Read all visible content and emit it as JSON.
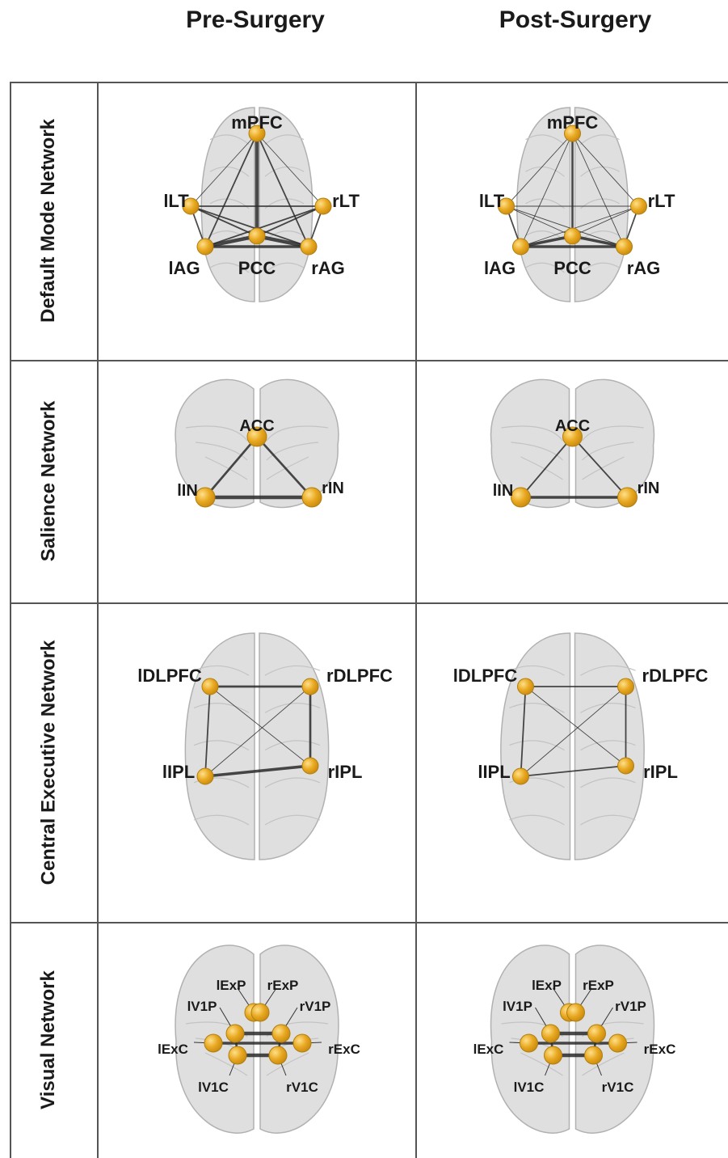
{
  "columns": [
    "Pre-Surgery",
    "Post-Surgery"
  ],
  "rows": [
    {
      "label": "Default Mode Network",
      "view": "axial",
      "nodes": [
        "mPFC",
        "lLT",
        "rLT",
        "lAG",
        "PCC",
        "rAG"
      ],
      "labels": {
        "mPFC": "mPFC",
        "lLT": "lLT",
        "rLT": "rLT",
        "lAG": "lAG",
        "PCC": "PCC",
        "rAG": "rAG"
      },
      "edges": {
        "pre": [
          [
            "mPFC",
            "PCC",
            5
          ],
          [
            "mPFC",
            "lAG",
            2
          ],
          [
            "mPFC",
            "rAG",
            2
          ],
          [
            "mPFC",
            "lLT",
            1
          ],
          [
            "mPFC",
            "rLT",
            1
          ],
          [
            "lLT",
            "PCC",
            2
          ],
          [
            "rLT",
            "PCC",
            2
          ],
          [
            "lLT",
            "rAG",
            2
          ],
          [
            "rLT",
            "lAG",
            2
          ],
          [
            "lAG",
            "PCC",
            5
          ],
          [
            "rAG",
            "PCC",
            5
          ],
          [
            "lAG",
            "rAG",
            4
          ],
          [
            "lLT",
            "rLT",
            2
          ],
          [
            "lLT",
            "lAG",
            2
          ],
          [
            "rLT",
            "rAG",
            2
          ]
        ],
        "post": [
          [
            "mPFC",
            "PCC",
            3
          ],
          [
            "mPFC",
            "lAG",
            1
          ],
          [
            "mPFC",
            "rAG",
            1
          ],
          [
            "mPFC",
            "lLT",
            1
          ],
          [
            "mPFC",
            "rLT",
            1
          ],
          [
            "lLT",
            "PCC",
            1
          ],
          [
            "rLT",
            "PCC",
            1
          ],
          [
            "lLT",
            "rAG",
            1
          ],
          [
            "rLT",
            "lAG",
            1
          ],
          [
            "lAG",
            "PCC",
            4
          ],
          [
            "rAG",
            "PCC",
            4
          ],
          [
            "lAG",
            "rAG",
            4
          ],
          [
            "lLT",
            "rLT",
            1
          ],
          [
            "lLT",
            "lAG",
            2
          ],
          [
            "rLT",
            "rAG",
            2
          ]
        ]
      }
    },
    {
      "label": "Salience Network",
      "view": "coronal",
      "nodes": [
        "ACC",
        "lIN",
        "rIN"
      ],
      "labels": {
        "ACC": "ACC",
        "lIN": "lIN",
        "rIN": "rIN"
      },
      "edges": {
        "pre": [
          [
            "ACC",
            "lIN",
            3
          ],
          [
            "ACC",
            "rIN",
            3
          ],
          [
            "lIN",
            "rIN",
            5
          ]
        ],
        "post": [
          [
            "ACC",
            "lIN",
            2
          ],
          [
            "ACC",
            "rIN",
            2
          ],
          [
            "lIN",
            "rIN",
            4
          ]
        ]
      }
    },
    {
      "label": "Central Executive Network",
      "view": "axial",
      "nodes": [
        "lDLPFC",
        "rDLPFC",
        "lIPL",
        "rIPL"
      ],
      "labels": {
        "lDLPFC": "lDLPFC",
        "rDLPFC": "rDLPFC",
        "lIPL": "lIPL",
        "rIPL": "rIPL"
      },
      "edges": {
        "pre": [
          [
            "lDLPFC",
            "rDLPFC",
            3
          ],
          [
            "lIPL",
            "rIPL",
            4
          ],
          [
            "lDLPFC",
            "lIPL",
            2
          ],
          [
            "rDLPFC",
            "rIPL",
            3
          ],
          [
            "lDLPFC",
            "rIPL",
            1
          ],
          [
            "rDLPFC",
            "lIPL",
            1
          ]
        ],
        "post": [
          [
            "lDLPFC",
            "rDLPFC",
            2
          ],
          [
            "lIPL",
            "rIPL",
            2
          ],
          [
            "lDLPFC",
            "lIPL",
            2
          ],
          [
            "rDLPFC",
            "rIPL",
            2
          ],
          [
            "lDLPFC",
            "rIPL",
            1
          ],
          [
            "rDLPFC",
            "lIPL",
            1
          ]
        ]
      }
    },
    {
      "label": "Visual Network",
      "view": "posterior",
      "nodes": [
        "lExP",
        "rExP",
        "lV1P",
        "rV1P",
        "lExC",
        "rExC",
        "lV1C",
        "rV1C"
      ],
      "labels": {
        "lExP": "lExP",
        "rExP": "rExP",
        "lV1P": "lV1P",
        "rV1P": "rV1P",
        "lExC": "lExC",
        "rExC": "rExC",
        "lV1C": "lV1C",
        "rV1C": "rV1C"
      },
      "edges": {
        "pre": [
          [
            "lV1P",
            "rV1P",
            5
          ],
          [
            "lV1C",
            "rV1C",
            5
          ],
          [
            "lExC",
            "rExC",
            4
          ],
          [
            "lV1P",
            "lV1C",
            3
          ],
          [
            "rV1P",
            "rV1C",
            3
          ],
          [
            "lExP",
            "rExP",
            4
          ]
        ],
        "post": [
          [
            "lV1P",
            "rV1P",
            5
          ],
          [
            "lV1C",
            "rV1C",
            5
          ],
          [
            "lExC",
            "rExC",
            4
          ],
          [
            "lV1P",
            "lV1C",
            3
          ],
          [
            "rV1P",
            "rV1C",
            3
          ],
          [
            "lExP",
            "rExP",
            4
          ]
        ]
      }
    }
  ],
  "colors": {
    "node": "#e8a820",
    "node_highlight": "#ffd060",
    "edge": "#2a2a2a",
    "brain": "#dcdcdc",
    "grid": "#555555"
  }
}
